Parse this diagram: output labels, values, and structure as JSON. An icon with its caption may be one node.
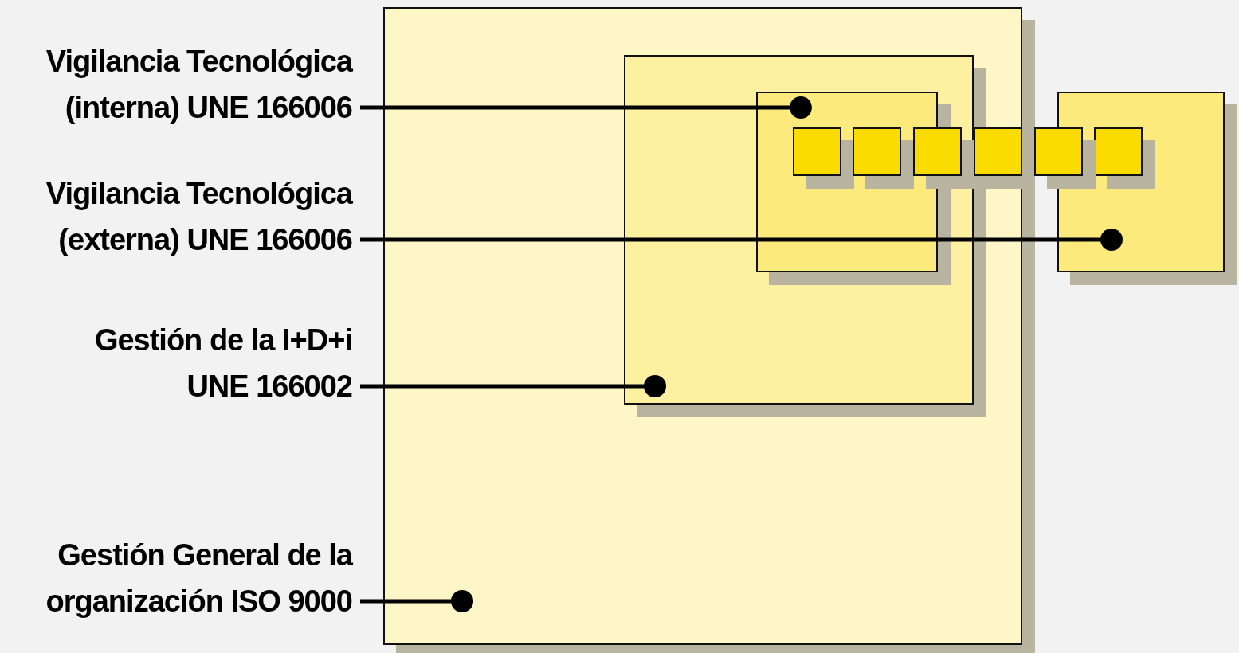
{
  "diagram": {
    "nodes": [
      {
        "text": [
          "Vigilancia Tecnológica (interna) UNE 166006"
        ]
      },
      {
        "text": [
          "Vigilancia Tecnológica (externa) UNE 166006"
        ]
      },
      {
        "text": [
          "Gestión de la I+D+i UNE 166002"
        ]
      },
      {
        "text": [
          "Gestión General de la organización ISO 9000"
        ]
      },
      {
        "text": [],
        "shape": "box"
      },
      {
        "text": [],
        "shape": "box",
        "in": 4
      },
      {
        "text": [],
        "shape": "box",
        "in": 5
      },
      {
        "text": [],
        "shape": "box"
      },
      {
        "text": [],
        "shape": "box",
        "in": 6
      },
      {
        "text": [],
        "shape": "box",
        "in": 6
      },
      {
        "text": [],
        "shape": "box",
        "in": 5
      },
      {
        "text": [],
        "shape": "box",
        "in": 4
      },
      {
        "text": [],
        "shape": "box"
      },
      {
        "text": [],
        "shape": "box",
        "in": 7
      }
    ],
    "edges": [
      {
        "from": 0,
        "to": 6,
        "arrow": "other"
      },
      {
        "from": 1,
        "to": 7,
        "arrow": "other"
      },
      {
        "from": 2,
        "to": 5,
        "arrow": "other"
      },
      {
        "from": 3,
        "to": 4,
        "arrow": "other"
      }
    ]
  }
}
